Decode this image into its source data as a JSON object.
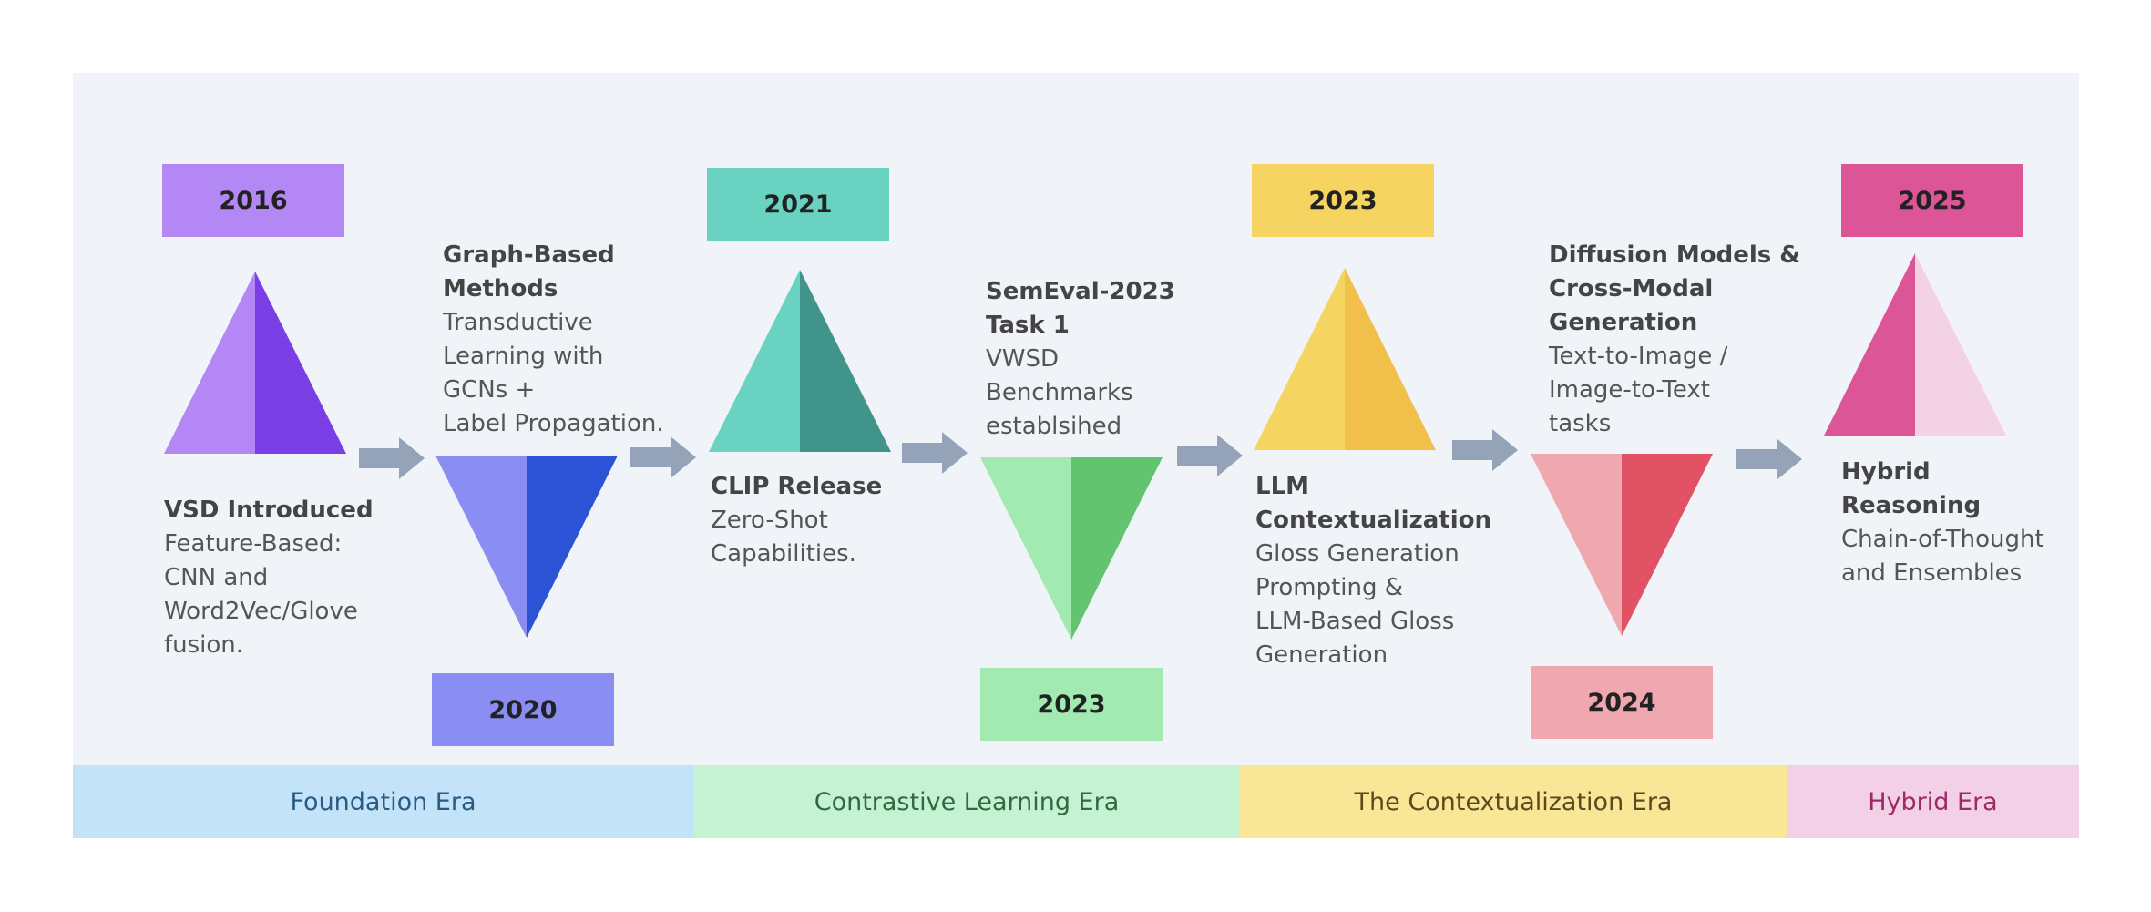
{
  "milestones": [
    {
      "year": "2016",
      "title": "VSD Introduced",
      "desc": "Feature-Based:\nCNN and\nWord2Vec/Glove\nfusion."
    },
    {
      "year": "2020",
      "title": "Graph-Based\nMethods",
      "desc": "Transductive\nLearning with\nGCNs +\nLabel Propagation."
    },
    {
      "year": "2021",
      "title": "CLIP Release",
      "desc": "Zero-Shot\nCapabilities."
    },
    {
      "year": "2023",
      "title": "SemEval-2023\nTask 1",
      "desc": "VWSD\nBenchmarks\nestablsihed"
    },
    {
      "year": "2023",
      "title": "LLM\nContextualization",
      "desc": "Gloss Generation\nPrompting &\nLLM-Based Gloss\nGeneration"
    },
    {
      "year": "2024",
      "title": "Diffusion Models &\nCross-Modal\nGeneration",
      "desc": "Text-to-Image /\nImage-to-Text\ntasks"
    },
    {
      "year": "2025",
      "title": "Hybrid\nReasoning",
      "desc": "Chain-of-Thought\nand Ensembles"
    }
  ],
  "eras": [
    {
      "label": "Foundation Era"
    },
    {
      "label": "Contrastive Learning Era"
    },
    {
      "label": "The Contextualization Era"
    },
    {
      "label": "Hybrid Era"
    }
  ],
  "colors": {
    "panel_bg": "#f0f3f8",
    "arrow": "#94a3b8",
    "milestone_light": [
      "#b388f4",
      "#8a8ef2",
      "#69d2c0",
      "#a3eab2",
      "#f5d462",
      "#f0a8b0",
      "#db5597"
    ],
    "milestone_dark": [
      "#7a3fe4",
      "#2c52d6",
      "#41948a",
      "#62c46f",
      "#f1c04a",
      "#e15264",
      "#f4d2e6"
    ],
    "era_bg": [
      "#c3e4f8",
      "#c5f2d2",
      "#f9e697",
      "#f4d0e6"
    ],
    "era_text": [
      "#2a5b84",
      "#2f6b3e",
      "#5a4a1f",
      "#9c2a68"
    ]
  }
}
